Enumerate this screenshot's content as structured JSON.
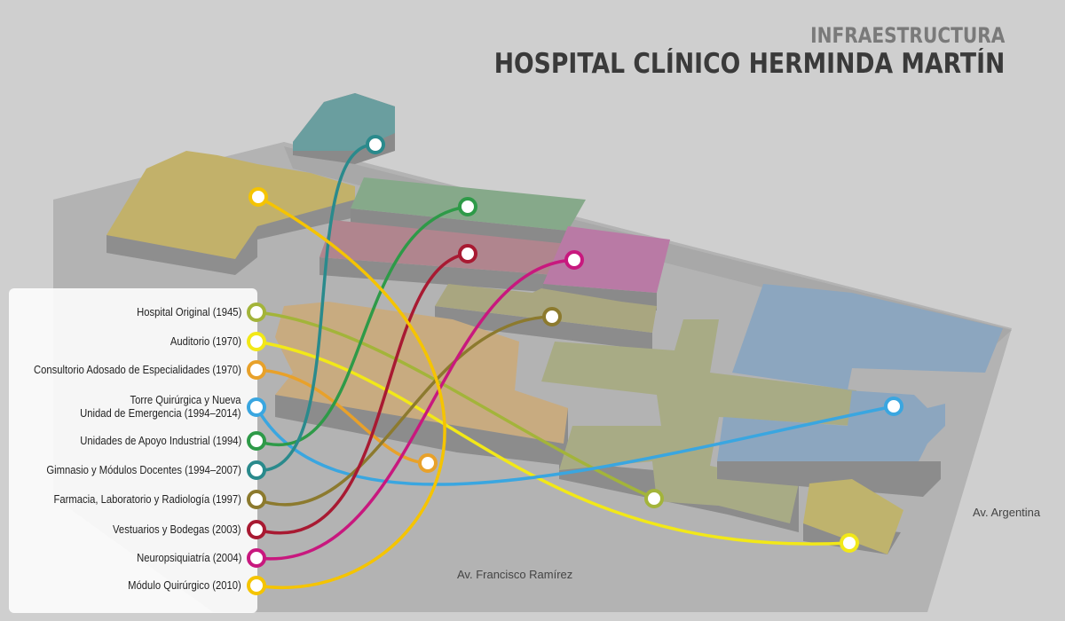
{
  "header": {
    "kicker": "INFRAESTRUCTURA",
    "title": "HOSPITAL CLÍNICO HERMINDA MARTÍN"
  },
  "streets": {
    "bottom": "Av. Francisco Ramírez",
    "right": "Av. Argentina"
  },
  "legend": [
    {
      "label": "Hospital Original (1945)",
      "color": "#a3b43a"
    },
    {
      "label": "Auditorio (1970)",
      "color": "#f2e818"
    },
    {
      "label": "Consultorio Adosado de Especialidades (1970)",
      "color": "#e8a12a"
    },
    {
      "label": "Torre Quirúrgica y Nueva\nUnidad de Emergencia (1994–2014)",
      "color": "#3aa6e0"
    },
    {
      "label": "Unidades de Apoyo Industrial (1994)",
      "color": "#2e9a48"
    },
    {
      "label": "Gimnasio y Módulos Docentes (1994–2007)",
      "color": "#2a8a8c"
    },
    {
      "label": "Farmacia, Laboratorio y Radiología (1997)",
      "color": "#8c7a2e"
    },
    {
      "label": "Vestuarios y Bodegas (2003)",
      "color": "#a81a32"
    },
    {
      "label": "Neuropsiquiatría (2004)",
      "color": "#c8187e"
    },
    {
      "label": "Módulo Quirúrgico (2010)",
      "color": "#f5c400"
    }
  ],
  "colors": {
    "background": "#cfcfcf",
    "ground": "#b0b0b0"
  }
}
